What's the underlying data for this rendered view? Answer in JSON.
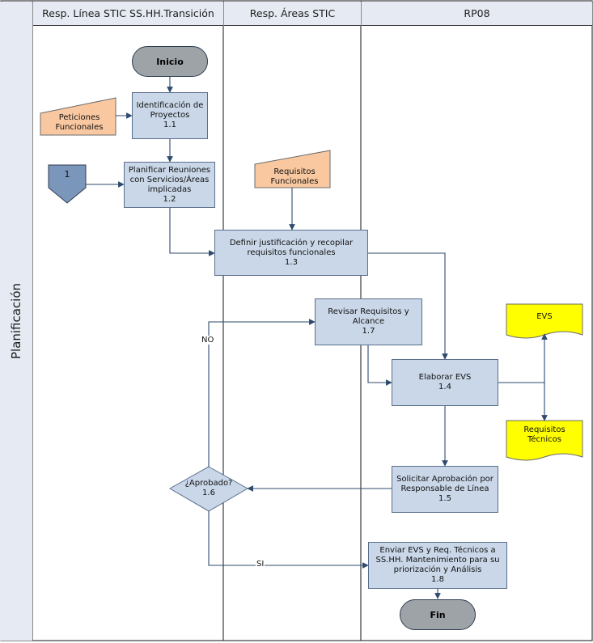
{
  "lanes": {
    "side": "Planificación",
    "lane1": "Resp. Línea STIC SS.HH.Transición",
    "lane2": "Resp. Áreas STIC",
    "lane3": "RP08"
  },
  "nodes": {
    "inicio": "Inicio",
    "fin": "Fin",
    "n11": {
      "title": "Identificación de Proyectos",
      "num": "1.1"
    },
    "n12": {
      "title": "Planificar Reuniones con Servicios/Áreas implicadas",
      "num": "1.2"
    },
    "n13": {
      "title": "Definir justificación y recopilar requisitos funcionales",
      "num": "1.3"
    },
    "n17": {
      "title": "Revisar Requisitos y Alcance",
      "num": "1.7"
    },
    "n14": {
      "title": "Elaborar EVS",
      "num": "1.4"
    },
    "n15": {
      "title": "Solicitar Aprobación por Responsable de Línea",
      "num": "1.5"
    },
    "n16": {
      "title": "¿Aprobado?",
      "num": "1.6"
    },
    "n18": {
      "title": "Enviar EVS y Req. Técnicos a SS.HH. Mantenimiento para su priorización y Análisis",
      "num": "1.8"
    },
    "peticiones": "Peticiones Funcionales",
    "requisitosFuncionales": "Requisitos Funcionales",
    "connector": "1",
    "evs": "EVS",
    "requisitosTecnicos": "Requisitos Técnicos"
  },
  "edges": {
    "no": "NO",
    "si": "SI"
  },
  "colors": {
    "laneHeader": "#e6ebf3",
    "process": "#c9d7e8",
    "terminal": "#9ea3a8",
    "manualInput": "#f9c8a0",
    "document": "#ffff00",
    "connector": "#7a96ba",
    "line": "#2e4a6e"
  }
}
